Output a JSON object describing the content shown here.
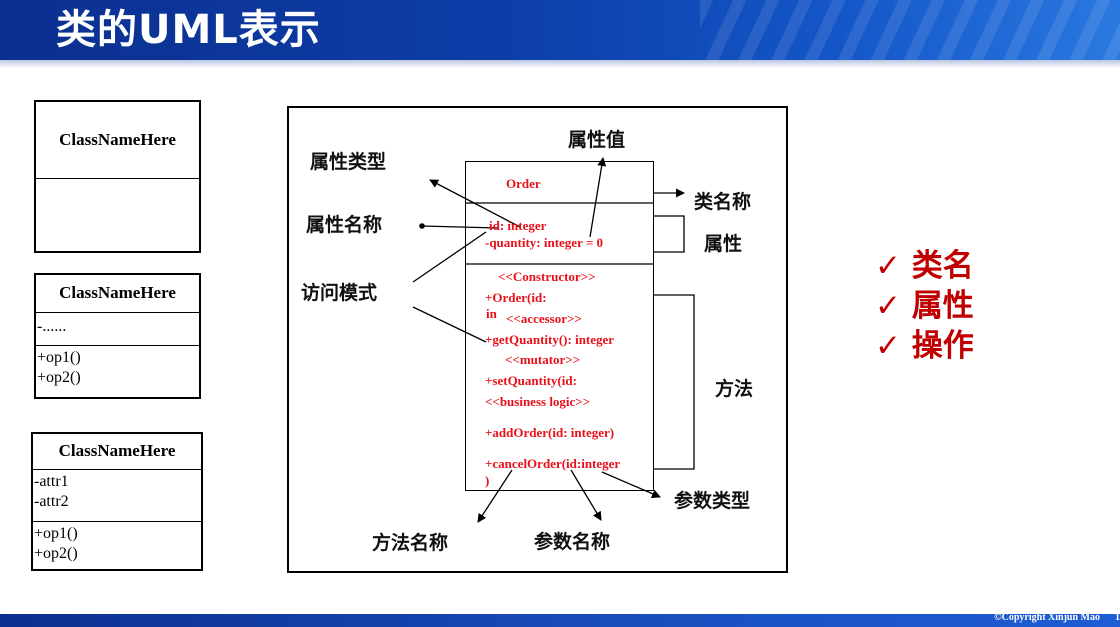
{
  "header": {
    "title": "类的UML表示"
  },
  "footer": {
    "copyright": "©Copyright Xinjun Mao",
    "page": "1"
  },
  "class_boxes": [
    {
      "name": "ClassNameHere",
      "attributes": [],
      "operations": []
    },
    {
      "name": "ClassNameHere",
      "attributes": [
        "-......"
      ],
      "operations": [
        "+op1()",
        "+op2()"
      ]
    },
    {
      "name": "ClassNameHere",
      "attributes": [
        "-attr1",
        "-attr2"
      ],
      "operations": [
        "+op1()",
        "+op2()"
      ]
    }
  ],
  "order_class": {
    "name": "Order",
    "attributes": [
      "id: integer",
      "-quantity: integer = 0"
    ],
    "operations": [
      "<<Constructor>>",
      "+Order(id:",
      "in",
      "<<accessor>>",
      "+getQuantity(): integer",
      "<<mutator>>",
      "+setQuantity(id:",
      "<<business logic>>",
      "+addOrder(id: integer)",
      "+cancelOrder(id:integer",
      ")"
    ]
  },
  "annotations": {
    "attr_value": "属性值",
    "attr_type": "属性类型",
    "class_name": "类名称",
    "attr_name": "属性名称",
    "attribute": "属性",
    "access_mode": "访问模式",
    "method": "方法",
    "param_type": "参数类型",
    "method_name": "方法名称",
    "param_name": "参数名称"
  },
  "checklist": [
    {
      "mark": "✓",
      "text": "类名"
    },
    {
      "mark": "✓",
      "text": "属性"
    },
    {
      "mark": "✓",
      "text": "操作"
    }
  ]
}
